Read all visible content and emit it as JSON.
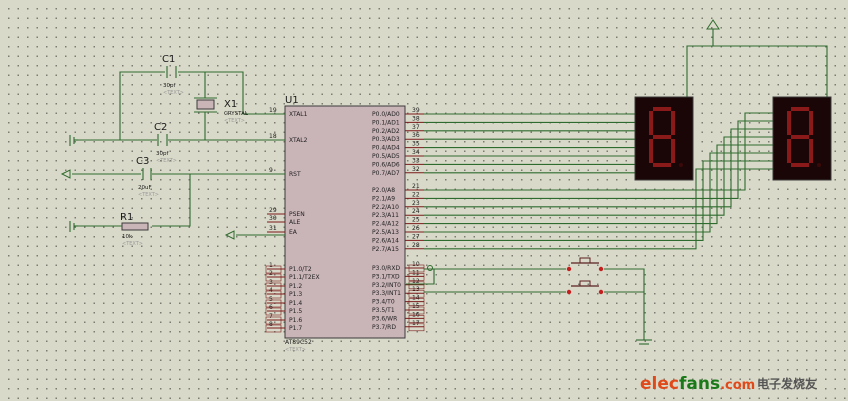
{
  "mcu": {
    "ref": "U1",
    "part": "AT89C52",
    "text_tag": "<TEXT>",
    "left_pins": [
      {
        "num": "19",
        "name": "XTAL1"
      },
      {
        "num": "18",
        "name": "XTAL2"
      },
      {
        "num": "9",
        "name": "RST"
      },
      {
        "num": "29",
        "name": "PSEN"
      },
      {
        "num": "30",
        "name": "ALE"
      },
      {
        "num": "31",
        "name": "EA"
      },
      {
        "num": "1",
        "name": "P1.0/T2"
      },
      {
        "num": "2",
        "name": "P1.1/T2EX"
      },
      {
        "num": "3",
        "name": "P1.2"
      },
      {
        "num": "4",
        "name": "P1.3"
      },
      {
        "num": "5",
        "name": "P1.4"
      },
      {
        "num": "6",
        "name": "P1.5"
      },
      {
        "num": "7",
        "name": "P1.6"
      },
      {
        "num": "8",
        "name": "P1.7"
      }
    ],
    "right_pins": [
      {
        "num": "39",
        "name": "P0.0/AD0"
      },
      {
        "num": "38",
        "name": "P0.1/AD1"
      },
      {
        "num": "37",
        "name": "P0.2/AD2"
      },
      {
        "num": "36",
        "name": "P0.3/AD3"
      },
      {
        "num": "35",
        "name": "P0.4/AD4"
      },
      {
        "num": "34",
        "name": "P0.5/AD5"
      },
      {
        "num": "33",
        "name": "P0.6/AD6"
      },
      {
        "num": "32",
        "name": "P0.7/AD7"
      },
      {
        "num": "21",
        "name": "P2.0/A8"
      },
      {
        "num": "22",
        "name": "P2.1/A9"
      },
      {
        "num": "23",
        "name": "P2.2/A10"
      },
      {
        "num": "24",
        "name": "P2.3/A11"
      },
      {
        "num": "25",
        "name": "P2.4/A12"
      },
      {
        "num": "26",
        "name": "P2.5/A13"
      },
      {
        "num": "27",
        "name": "P2.6/A14"
      },
      {
        "num": "28",
        "name": "P2.7/A15"
      },
      {
        "num": "10",
        "name": "P3.0/RXD"
      },
      {
        "num": "11",
        "name": "P3.1/TXD"
      },
      {
        "num": "12",
        "name": "P3.2/INT0"
      },
      {
        "num": "13",
        "name": "P3.3/INT1"
      },
      {
        "num": "14",
        "name": "P3.4/T0"
      },
      {
        "num": "15",
        "name": "P3.5/T1"
      },
      {
        "num": "16",
        "name": "P3.6/WR"
      },
      {
        "num": "17",
        "name": "P3.7/RD"
      }
    ]
  },
  "components": {
    "c1": {
      "ref": "C1",
      "value": "30pf",
      "tag": "<TEXT>"
    },
    "c2": {
      "ref": "C2",
      "value": "30pf",
      "tag": "<TEXT>"
    },
    "c3": {
      "ref": "C3",
      "value": "20uF",
      "tag": "<TEXT>"
    },
    "x1": {
      "ref": "X1",
      "value": "CRYSTAL",
      "tag": "<TEXT>"
    },
    "r1": {
      "ref": "R1",
      "value": "10k",
      "tag": "<TEXT>"
    }
  },
  "displays": [
    {
      "digit": "8"
    },
    {
      "digit": "8"
    }
  ],
  "watermark": {
    "brand_prefix": "elec",
    "brand_suffix": "fans",
    "brand_tld": ".com",
    "cn": "电子发烧友"
  }
}
